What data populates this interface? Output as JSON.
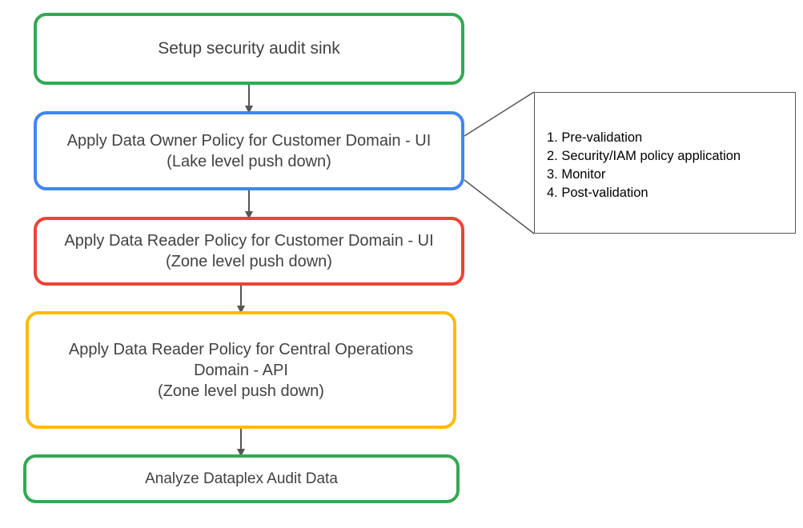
{
  "colors": {
    "green": "#34a853",
    "blue": "#4285f4",
    "red": "#ea4335",
    "yellow": "#fbbc04",
    "text": "#424242",
    "connector": "#555555"
  },
  "steps": [
    {
      "color": "green",
      "lines": [
        "Setup security audit sink"
      ]
    },
    {
      "color": "blue",
      "lines": [
        "Apply Data Owner Policy for Customer Domain - UI",
        "(Lake level push down)"
      ]
    },
    {
      "color": "red",
      "lines": [
        "Apply Data Reader Policy for Customer Domain - UI",
        "(Zone level push down)"
      ]
    },
    {
      "color": "yellow",
      "lines": [
        "Apply Data Reader Policy for Central Operations",
        "Domain - API",
        "(Zone level push down)"
      ]
    },
    {
      "color": "green",
      "lines": [
        "Analyze Dataplex Audit Data"
      ]
    }
  ],
  "callout": {
    "items": [
      "1. Pre-validation",
      "2. Security/IAM policy application",
      "3. Monitor",
      "4. Post-validation"
    ]
  }
}
